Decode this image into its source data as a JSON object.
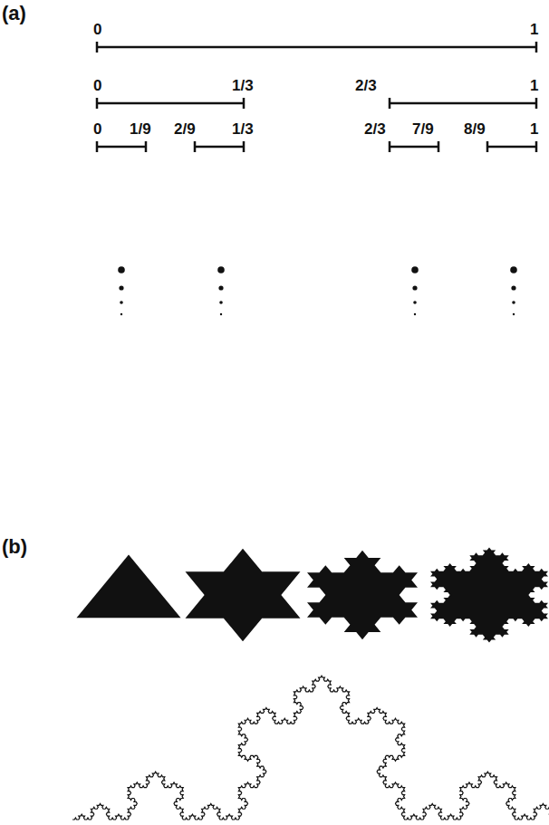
{
  "diagram": {
    "labels": [
      "(a)",
      "0",
      "1",
      "0",
      "1/3",
      "2/3",
      "1",
      "0",
      "1/9",
      "2/9",
      "1/3",
      "2/3",
      "7/9",
      "8/9",
      "1",
      "(b)"
    ]
  }
}
